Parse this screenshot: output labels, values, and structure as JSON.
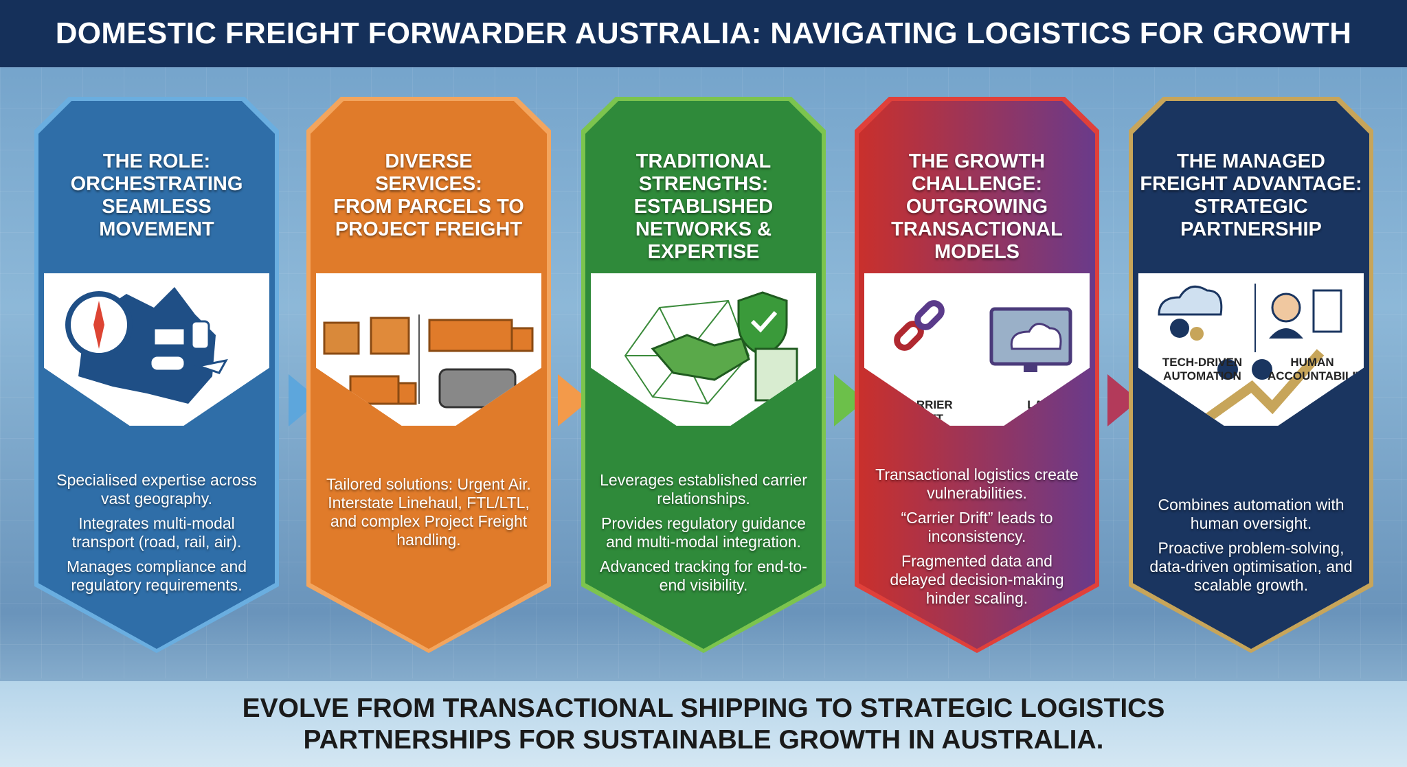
{
  "title": "DOMESTIC FREIGHT FORWARDER AUSTRALIA: NAVIGATING LOGISTICS FOR GROWTH",
  "panels": [
    {
      "title": [
        "THE ROLE:",
        "ORCHESTRATING",
        "SEAMLESS",
        "MOVEMENT"
      ],
      "color": "#2f6ea8",
      "border": "#6aaee0",
      "icon": "australia-map-compass-transport-icon",
      "body": [
        "Specialised expertise across vast geography.",
        "Integrates multi-modal transport (road, rail, air).",
        "Manages compliance and regulatory requirements."
      ]
    },
    {
      "title": [
        "DIVERSE",
        "SERVICES:",
        "FROM PARCELS TO",
        "PROJECT FREIGHT"
      ],
      "color": "#e07b2a",
      "border": "#f3a55e",
      "icon": "parcels-trucks-machinery-icon",
      "body": [
        "Tailored solutions: Urgent Air. Interstate Linehaul, FTL/LTL, and complex Project Freight handling."
      ]
    },
    {
      "title": [
        "TRADITIONAL",
        "STRENGTHS:",
        "ESTABLISHED",
        "NETWORKS &",
        "EXPERTISE"
      ],
      "color": "#2f8a3a",
      "border": "#7cc44e",
      "icon": "handshake-network-shield-icon",
      "body": [
        "Leverages established carrier relationships.",
        "Provides regulatory guidance and multi-modal integration.",
        "Advanced tracking for end-to-end visibility."
      ]
    },
    {
      "title": [
        "THE GROWTH",
        "CHALLENGE:",
        "OUTGROWING",
        "TRANSACTIONAL",
        "MODELS"
      ],
      "color": "#c9302c",
      "border": "#e0403a",
      "icon": "broken-chain-cloud-monitor-icon",
      "labels": [
        "CARRIER DRIFT",
        "LACK OF VISIBILITY"
      ],
      "body": [
        "Transactional logistics create vulnerabilities.",
        "“Carrier Drift” leads to inconsistency.",
        "Fragmented data and delayed decision-making hinder scaling."
      ]
    },
    {
      "title": [
        "THE MANAGED",
        "FREIGHT ADVANTAGE:",
        "STRATEGIC",
        "PARTNERSHIP"
      ],
      "color": "#1a3560",
      "border": "#c7a55a",
      "icon": "automation-human-partnership-icon",
      "labels": [
        "TECH-DRIVEN AUTOMATION",
        "HUMAN ACCOUNTABILITY"
      ],
      "body": [
        "Combines automation with human oversight.",
        "Proactive problem-solving, data-driven optimisation, and scalable growth."
      ]
    }
  ],
  "footer": [
    "EVOLVE FROM TRANSACTIONAL SHIPPING TO STRATEGIC LOGISTICS",
    "PARTNERSHIPS FOR SUSTAINABLE GROWTH IN AUSTRALIA."
  ]
}
